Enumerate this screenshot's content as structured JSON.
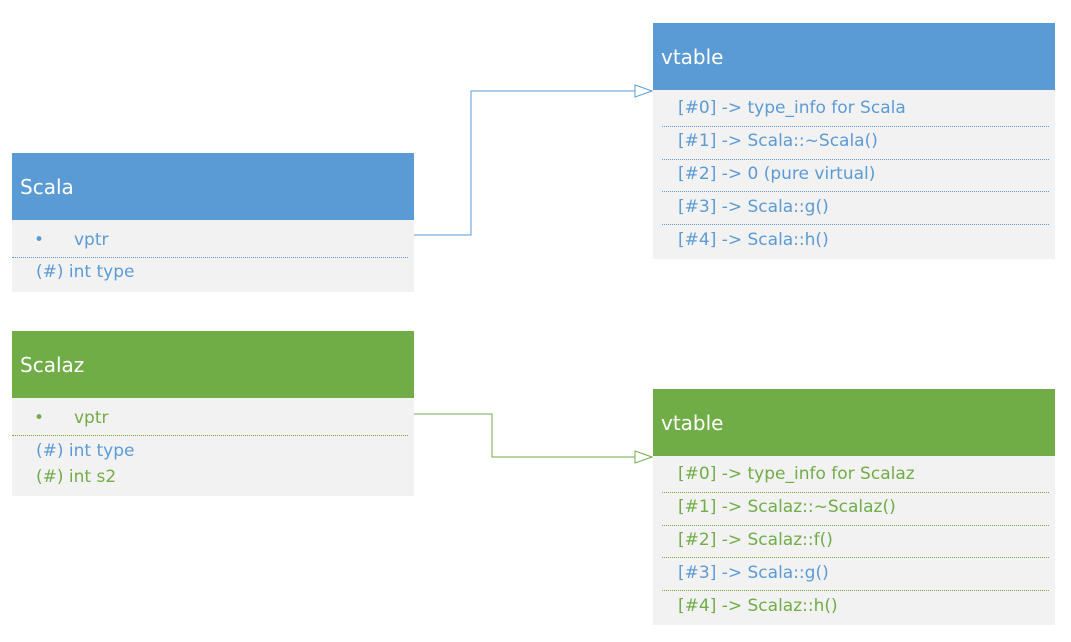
{
  "classes": [
    {
      "name": "Scala",
      "bullet": "•",
      "pointer": "vptr",
      "members": [
        "(#) int type"
      ],
      "color": "#5b9bd5"
    },
    {
      "name": "Scalaz",
      "bullet": "•",
      "pointer": "vptr",
      "members": [
        "(#) int type",
        "(#) int s2"
      ],
      "color": "#70ad47"
    }
  ],
  "vtables": [
    {
      "title": "vtable",
      "entries": [
        "[#0] -> type_info for Scala",
        "[#1] -> Scala::~Scala()",
        "[#2] -> 0 (pure virtual)",
        "[#3] -> Scala::g()",
        "[#4] -> Scala::h()"
      ],
      "color": "#5b9bd5"
    },
    {
      "title": "vtable",
      "entries": [
        "[#0] -> type_info for Scalaz",
        "[#1] -> Scalaz::~Scalaz()",
        "[#2] -> Scalaz::f()",
        "[#3] -> Scala::g()",
        "[#4] -> Scalaz::h()"
      ],
      "color": "#70ad47"
    }
  ]
}
